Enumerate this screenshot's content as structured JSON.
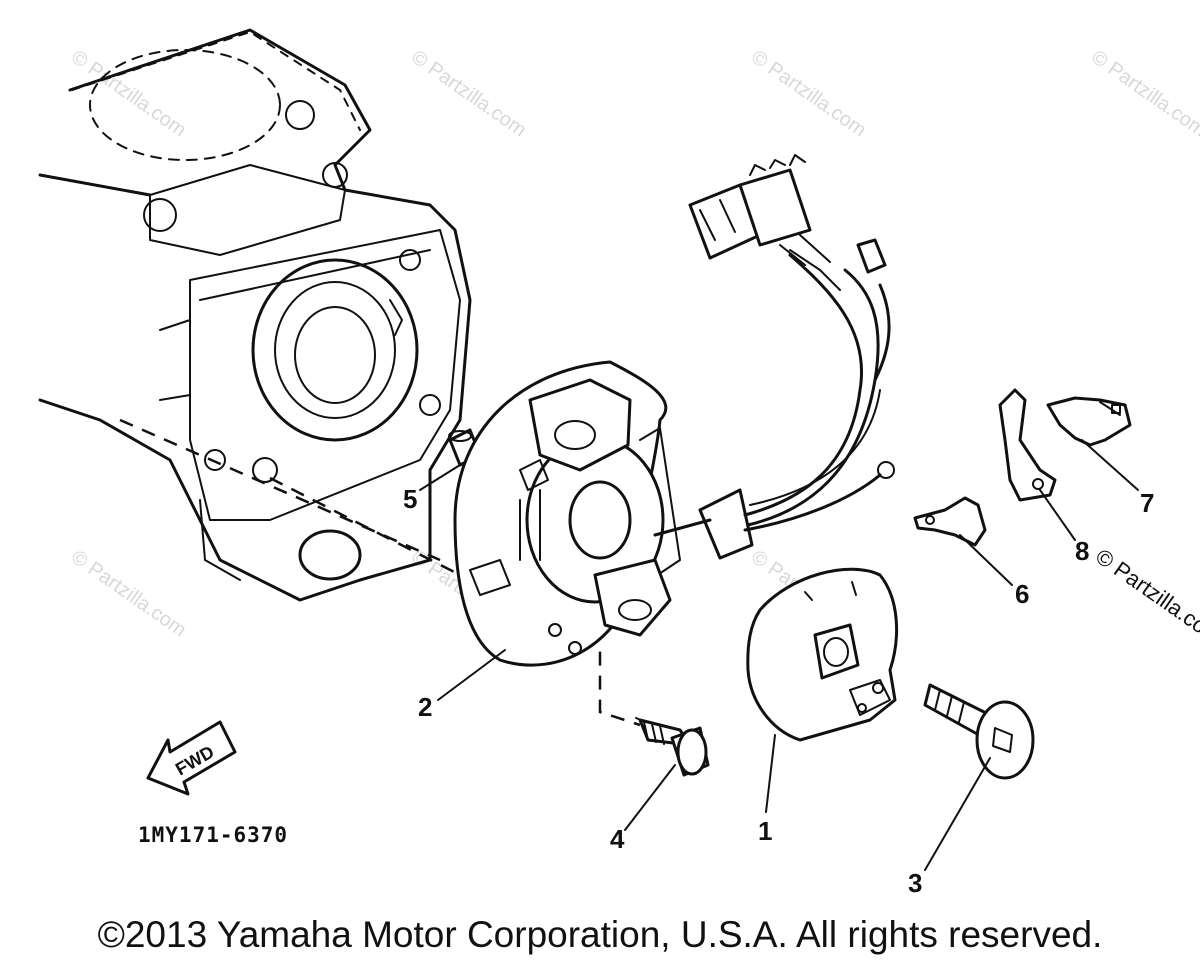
{
  "diagram": {
    "part_code": "1MY171-6370",
    "fwd_label": "FWD",
    "copyright": "©2013 Yamaha Motor Corporation, U.S.A. All rights reserved.",
    "watermark": "© Partzilla.com",
    "callouts": {
      "c1": "1",
      "c2": "2",
      "c3": "3",
      "c4": "4",
      "c5": "5",
      "c6": "6",
      "c7": "7",
      "c8": "8"
    }
  }
}
